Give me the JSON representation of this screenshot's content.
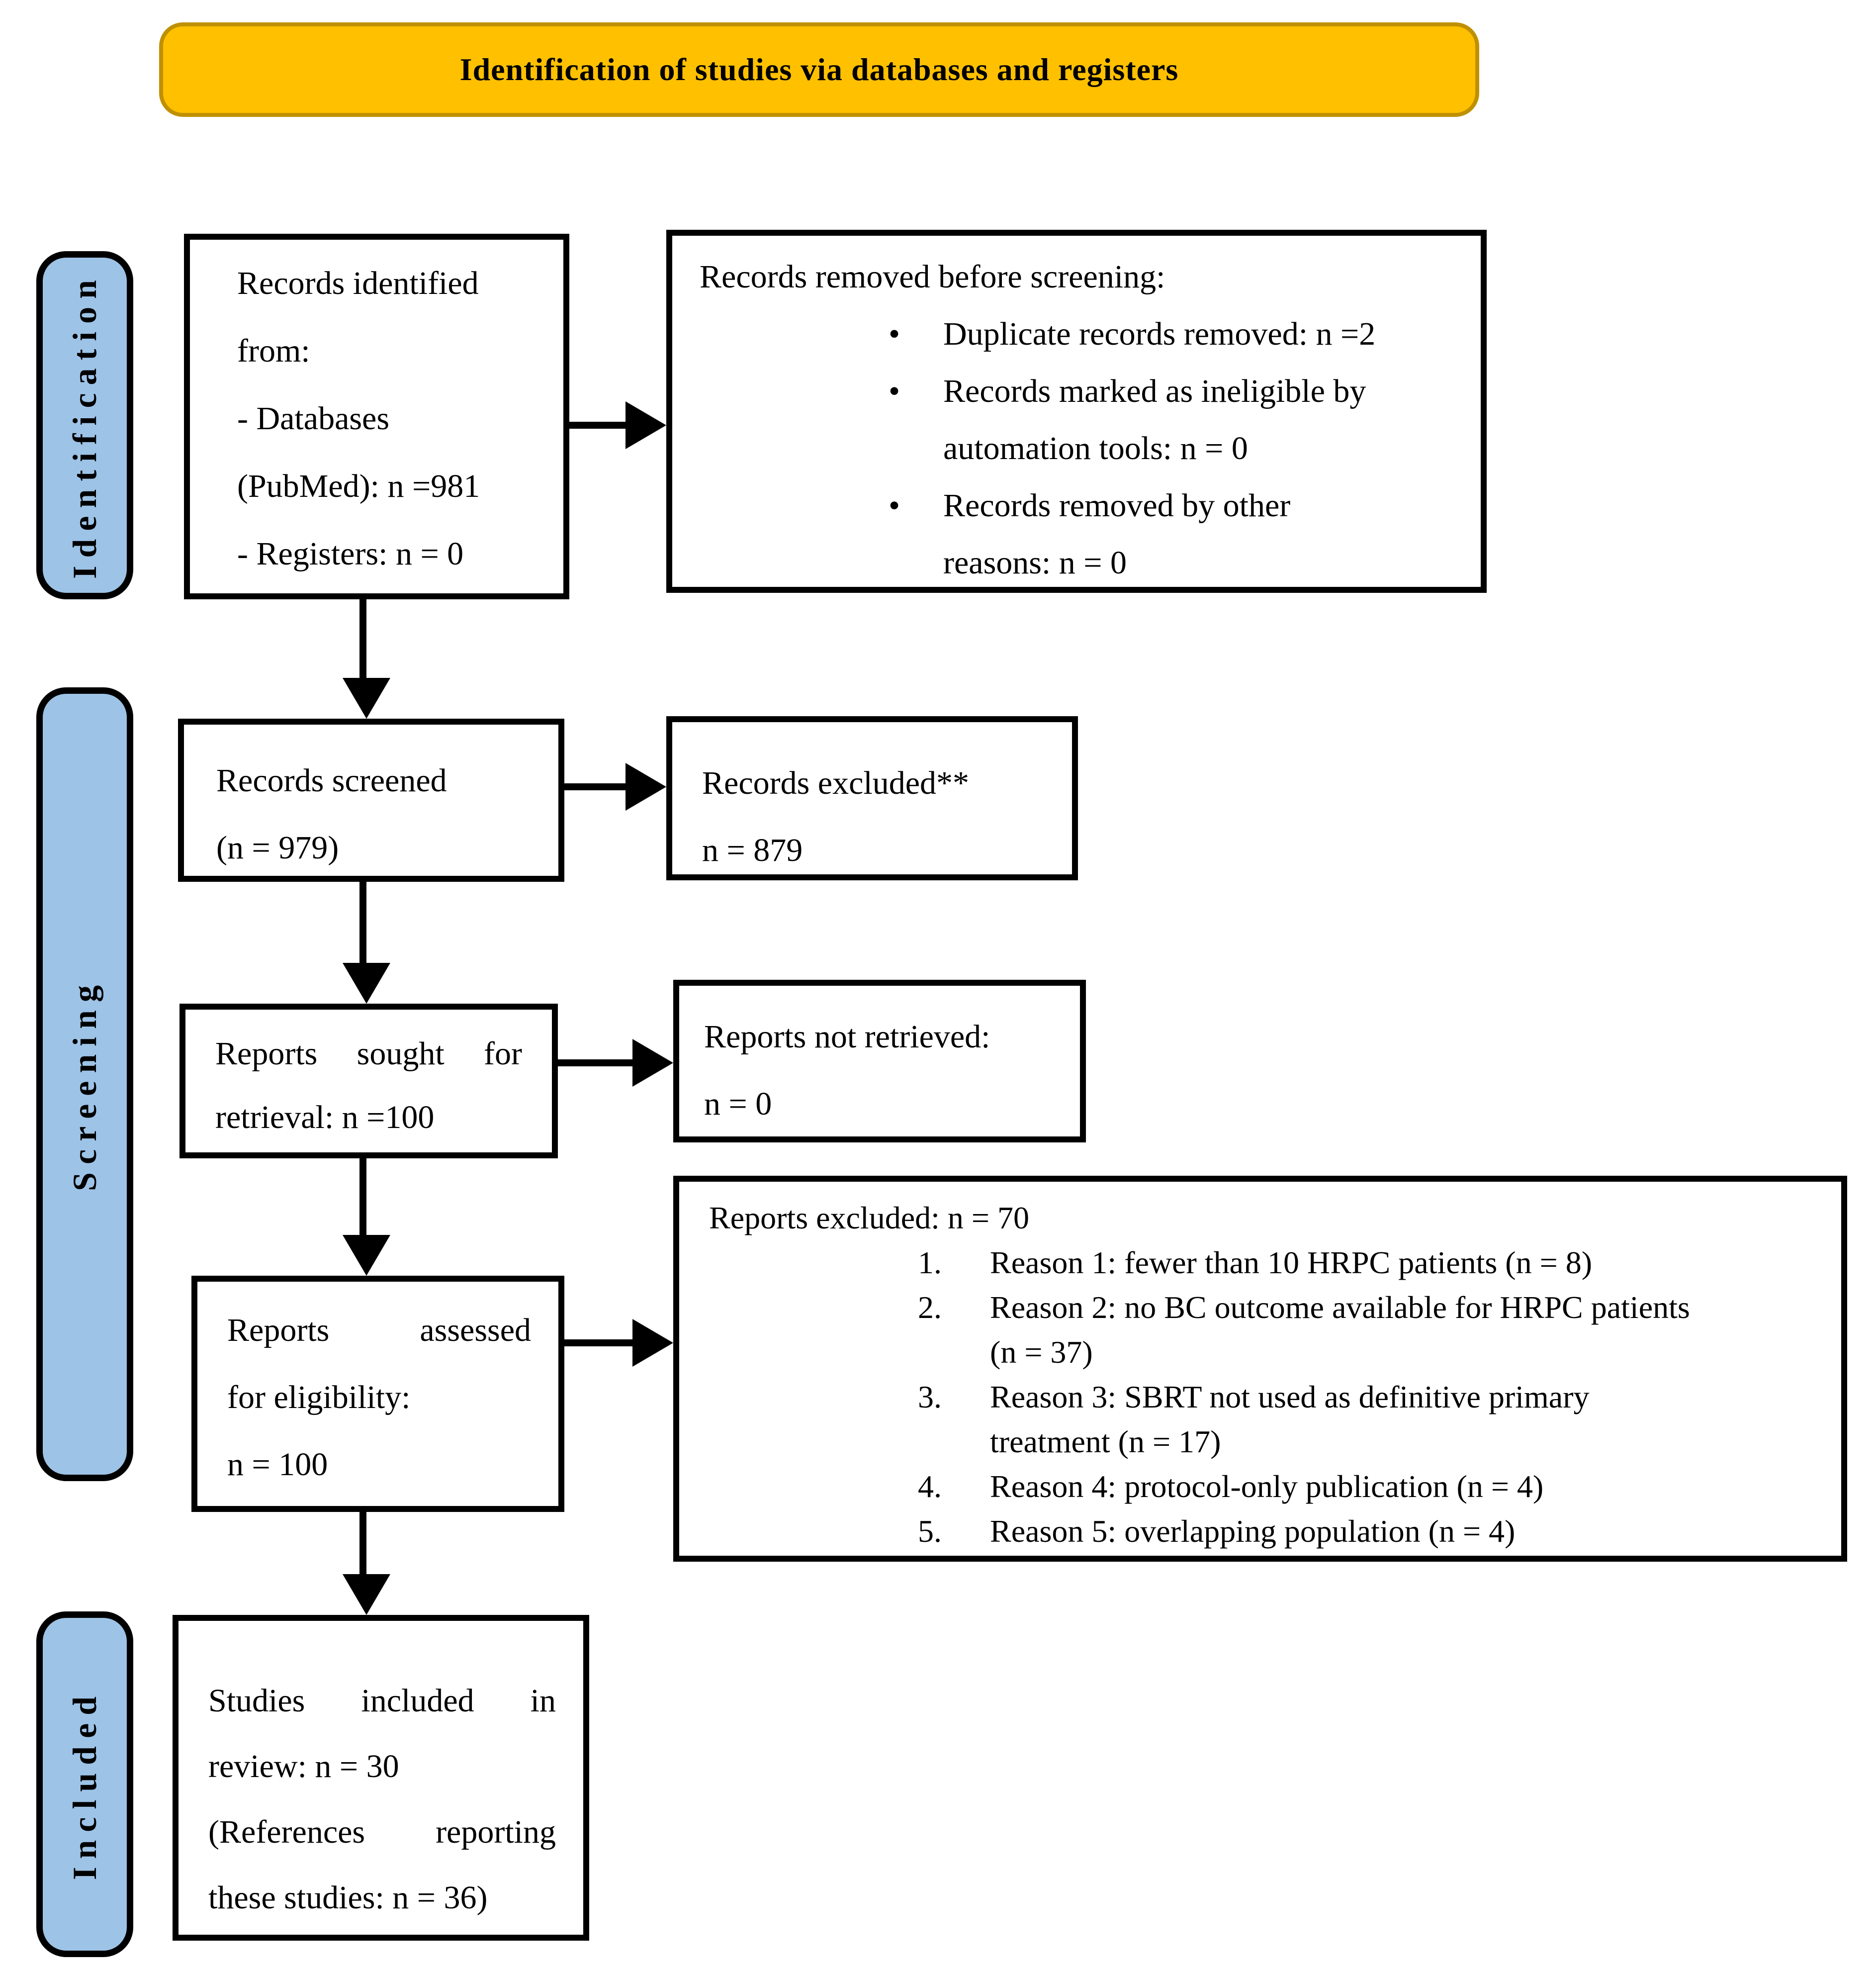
{
  "header": {
    "title": "Identification of studies via databases and registers"
  },
  "stages": {
    "identification": "Identification",
    "screening": "Screening",
    "included": "Included"
  },
  "colors": {
    "header_fill": "#FFC000",
    "header_border": "#BF9000",
    "stage_fill": "#9DC3E6",
    "box_border": "#000000",
    "arrow": "#000000"
  },
  "boxes": {
    "records_identified": {
      "lines": [
        "Records identified",
        "from:",
        "- Databases",
        "(PubMed): n =981",
        "- Registers: n = 0"
      ]
    },
    "records_removed": {
      "title": "Records removed before screening:",
      "bullet_marker": "•",
      "bullets": [
        {
          "lines": [
            "Duplicate records removed: n =2"
          ]
        },
        {
          "lines": [
            "Records marked as ineligible by",
            "automation tools: n = 0"
          ]
        },
        {
          "lines": [
            "Records removed by other",
            "reasons: n = 0"
          ]
        }
      ]
    },
    "records_screened": {
      "lines": [
        "Records screened",
        "(n = 979)"
      ]
    },
    "records_excluded": {
      "lines": [
        "Records excluded**",
        "n = 879"
      ]
    },
    "reports_sought": {
      "lines": [
        "Reports sought for",
        "retrieval: n =100"
      ]
    },
    "reports_not_retrieved": {
      "lines": [
        "Reports not retrieved:",
        "n = 0"
      ]
    },
    "reports_assessed": {
      "lines": [
        "Reports assessed",
        "for eligibility:",
        "n = 100"
      ]
    },
    "reports_excluded": {
      "title": "Reports excluded: n = 70",
      "items": [
        {
          "marker": "1.",
          "lines": [
            "Reason 1: fewer than 10 HRPC patients (n = 8)"
          ]
        },
        {
          "marker": "2.",
          "lines": [
            "Reason 2: no BC outcome available for HRPC patients",
            "(n = 37)"
          ]
        },
        {
          "marker": "3.",
          "lines": [
            "Reason 3: SBRT not used as definitive primary",
            "treatment (n = 17)"
          ]
        },
        {
          "marker": "4.",
          "lines": [
            "Reason 4: protocol-only publication (n = 4)"
          ]
        },
        {
          "marker": "5.",
          "lines": [
            "Reason 5: overlapping population (n = 4)"
          ]
        }
      ]
    },
    "studies_included": {
      "lines": [
        "Studies included in",
        "review: n = 30",
        "(References reporting",
        "these studies: n = 36)"
      ]
    }
  }
}
